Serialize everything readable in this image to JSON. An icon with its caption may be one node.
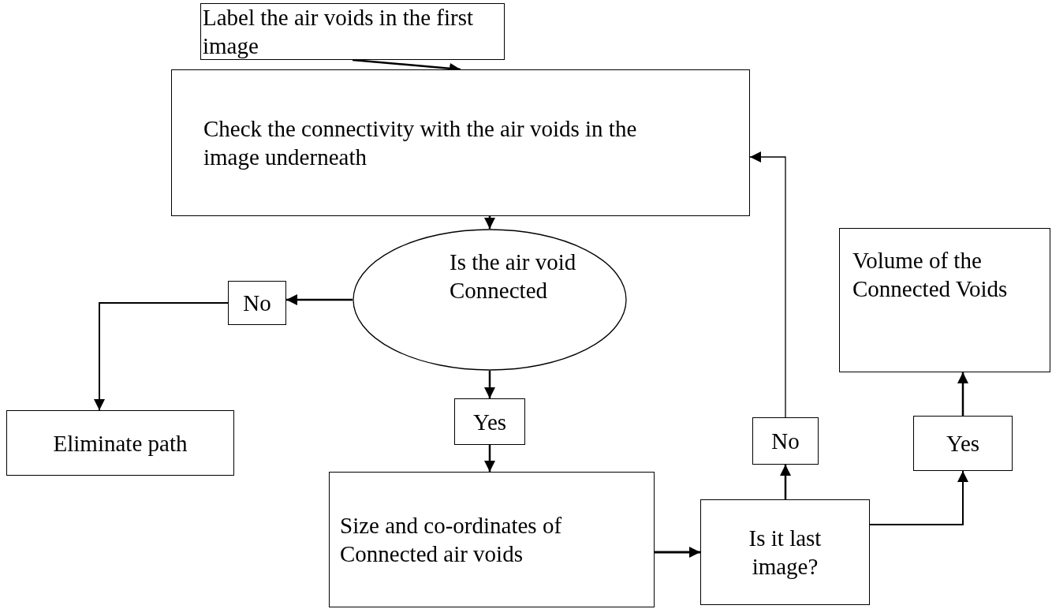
{
  "diagram": {
    "nodes": [
      {
        "text": [
          "Label the air voids in the first image"
        ]
      },
      {
        "text": [
          "Check the connectivity with the air voids in the image underneath"
        ]
      },
      {
        "text": [
          "Is the air void Connected"
        ]
      },
      {
        "text": [
          "No"
        ]
      },
      {
        "text": [
          "Eliminate path"
        ]
      },
      {
        "text": [
          "Yes"
        ]
      },
      {
        "text": [
          "Size and co-ordinates of Connected air voids"
        ]
      },
      {
        "text": [
          "Is it last image?"
        ]
      },
      {
        "text": [
          "No"
        ]
      },
      {
        "text": [
          "Yes"
        ]
      },
      {
        "text": [
          "Volume of the Connected Voids"
        ]
      }
    ],
    "edges": [
      {
        "from": 0,
        "to": 1,
        "arrow": "to"
      },
      {
        "from": 1,
        "to": 2,
        "arrow": "to"
      },
      {
        "from": 2,
        "to": 3,
        "arrow": "to"
      },
      {
        "from": 3,
        "to": 4,
        "arrow": "to"
      },
      {
        "from": 2,
        "to": 5,
        "arrow": "to"
      },
      {
        "from": 5,
        "to": 6,
        "arrow": "to"
      },
      {
        "from": 6,
        "to": 7,
        "arrow": "to"
      },
      {
        "from": 7,
        "to": 8,
        "arrow": "to"
      },
      {
        "from": 8,
        "to": 1,
        "arrow": "to"
      },
      {
        "from": 7,
        "to": 9,
        "arrow": "to"
      },
      {
        "from": 9,
        "to": 10,
        "arrow": "to"
      }
    ]
  }
}
